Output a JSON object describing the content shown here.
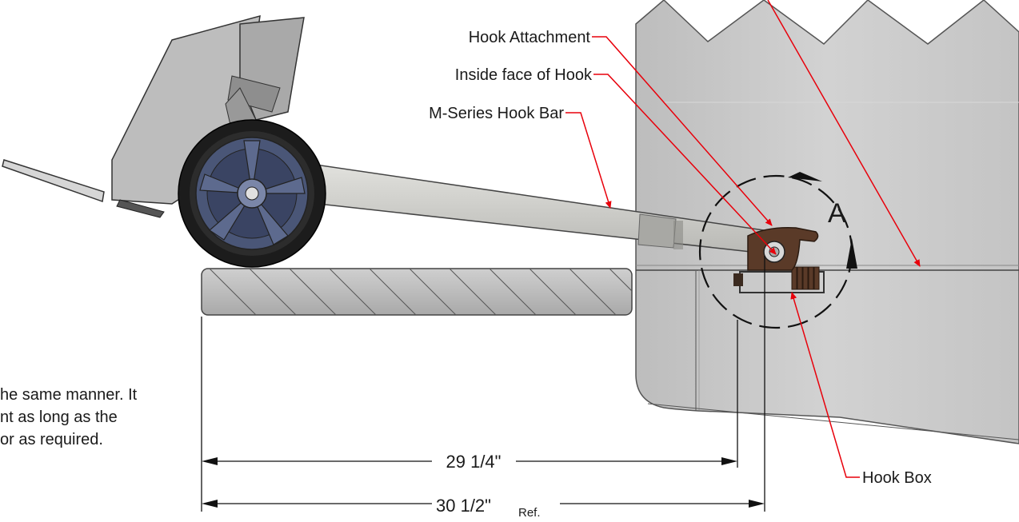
{
  "callouts": {
    "hook_attachment": "Hook Attachment",
    "inside_face": "Inside face of Hook",
    "hook_bar": "M-Series Hook Bar",
    "hook_box": "Hook Box"
  },
  "detail_view": {
    "label": "A"
  },
  "dimensions": {
    "inner": "29 1/4\"",
    "outer": "30 1/2\"",
    "outer_suffix": "Ref."
  },
  "note": {
    "lines": [
      "he same manner. It",
      "nt as long as the",
      "or as required."
    ]
  },
  "colors": {
    "leader": "#e8000b",
    "hook": "#5a3a28",
    "wheel_hub": "#4a5677",
    "tire": "#1c1c1c",
    "body_fill": "#c9c9c9",
    "platform_fill": "#b8b8b8"
  }
}
